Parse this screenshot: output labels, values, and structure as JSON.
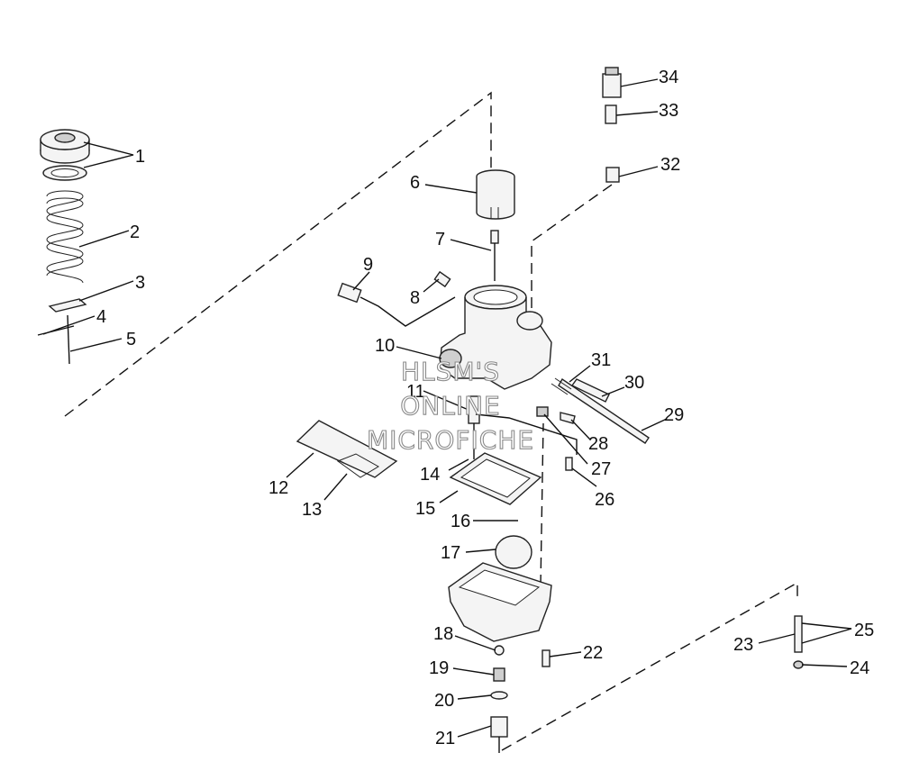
{
  "diagram": {
    "callouts": [
      "1",
      "2",
      "3",
      "4",
      "5",
      "6",
      "7",
      "8",
      "9",
      "10",
      "11",
      "12",
      "13",
      "14",
      "15",
      "16",
      "17",
      "18",
      "19",
      "20",
      "21",
      "22",
      "23",
      "24",
      "25",
      "26",
      "27",
      "28",
      "29",
      "30",
      "31",
      "32",
      "33",
      "34"
    ],
    "watermark": [
      "HLSM'S",
      "ONLINE",
      "MICROFICHE"
    ]
  }
}
